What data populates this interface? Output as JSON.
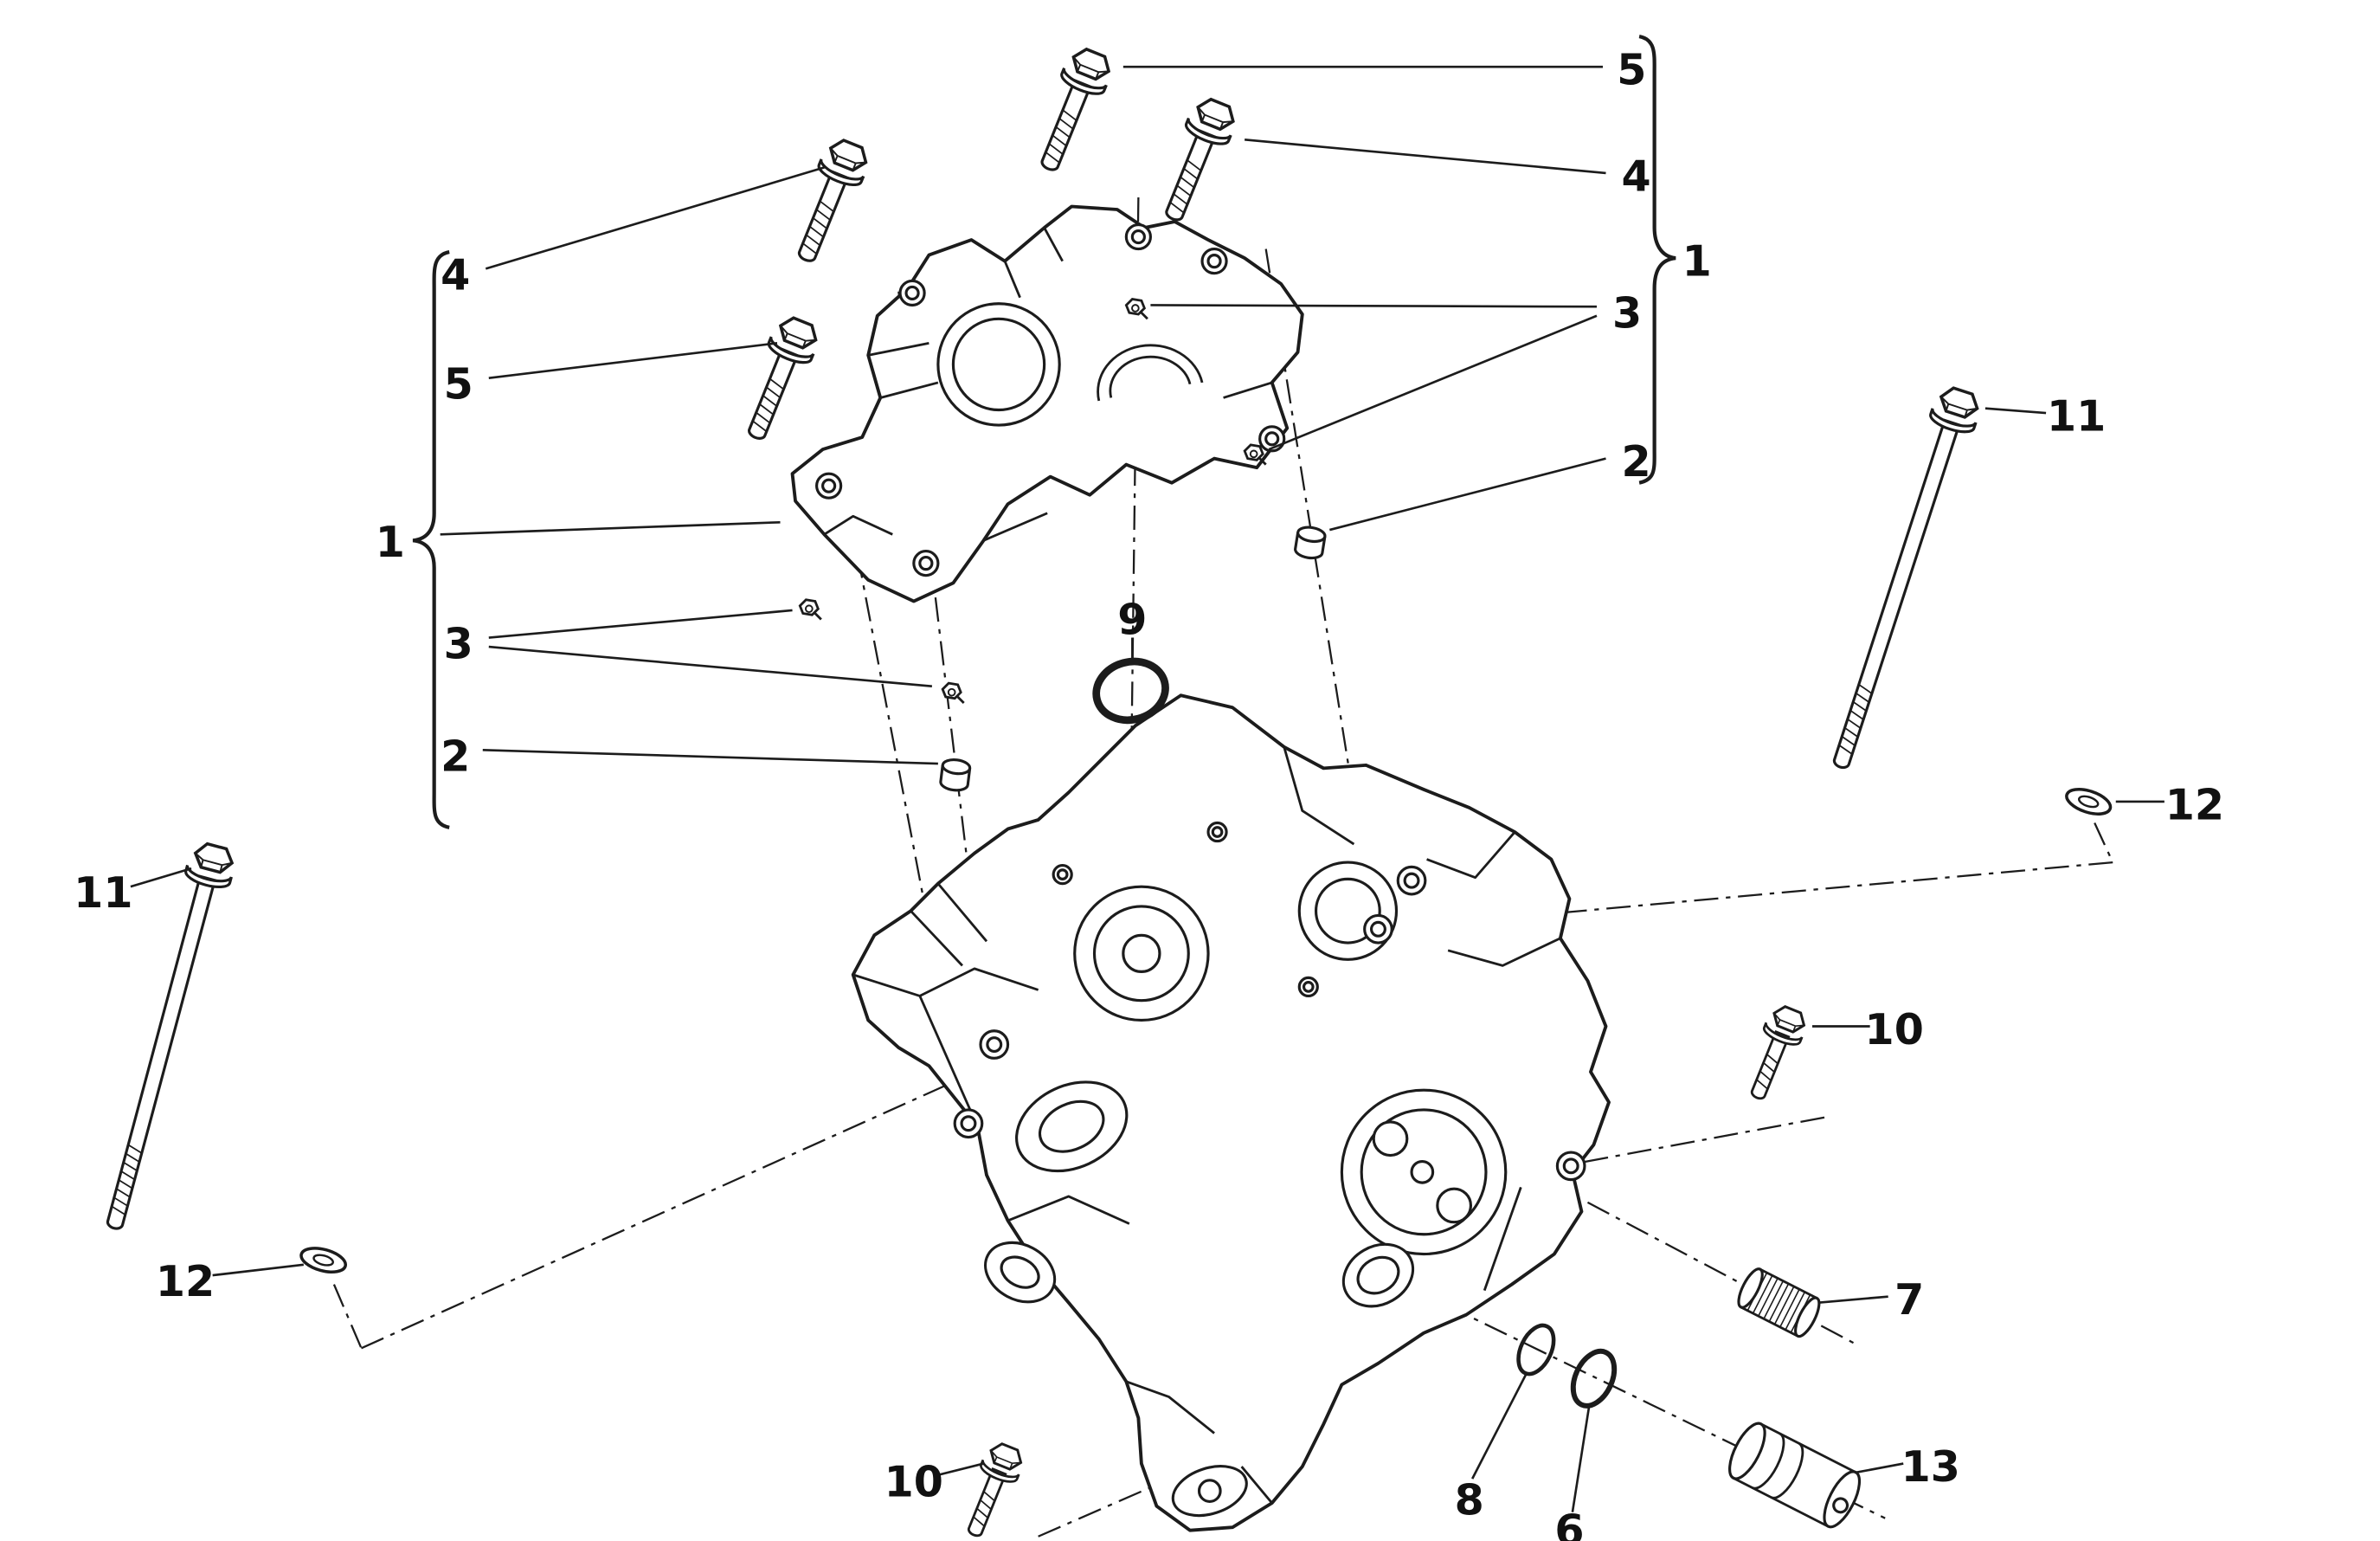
{
  "diagram": {
    "background_color": "#ffffff",
    "line_color": "#1c1c1c",
    "callouts": [
      {
        "label": "5"
      },
      {
        "label": "4"
      },
      {
        "label": "1"
      },
      {
        "label": "3"
      },
      {
        "label": "2"
      },
      {
        "label": "11"
      },
      {
        "label": "12"
      },
      {
        "label": "4"
      },
      {
        "label": "5"
      },
      {
        "label": "1"
      },
      {
        "label": "3"
      },
      {
        "label": "2"
      },
      {
        "label": "9"
      },
      {
        "label": "11"
      },
      {
        "label": "12"
      },
      {
        "label": "10"
      },
      {
        "label": "7"
      },
      {
        "label": "13"
      },
      {
        "label": "8"
      },
      {
        "label": "6"
      },
      {
        "label": "10"
      }
    ],
    "part_numbers_visible": [
      "1",
      "2",
      "3",
      "4",
      "5",
      "6",
      "7",
      "8",
      "9",
      "10",
      "11",
      "12",
      "13"
    ]
  }
}
